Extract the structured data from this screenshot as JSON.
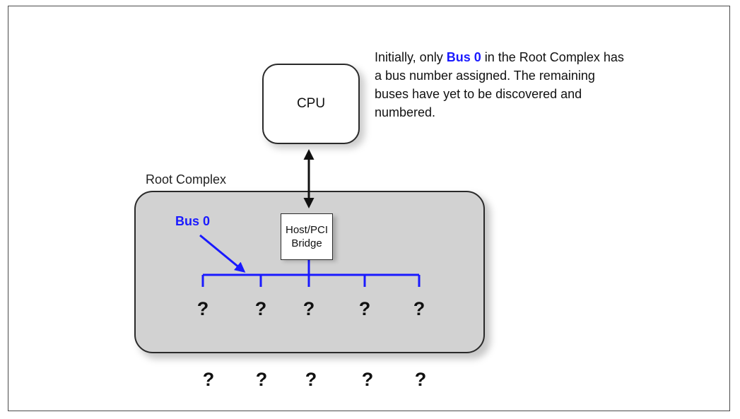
{
  "cpu": {
    "label": "CPU"
  },
  "root_complex": {
    "label": "Root Complex"
  },
  "bridge": {
    "line1": "Host/PCI",
    "line2": "Bridge"
  },
  "bus": {
    "label": "Bus 0",
    "color": "#1a1aff"
  },
  "note": {
    "prefix": "Initially, only ",
    "highlight": "Bus 0",
    "suffix": " in the Root Complex has a bus number assigned. The remaining buses have yet to be discovered and numbered."
  },
  "unknown_marker": "?",
  "unknown_inside": [
    "?",
    "?",
    "?",
    "?",
    "?"
  ],
  "unknown_outside": [
    "?",
    "?",
    "?",
    "?",
    "?"
  ]
}
